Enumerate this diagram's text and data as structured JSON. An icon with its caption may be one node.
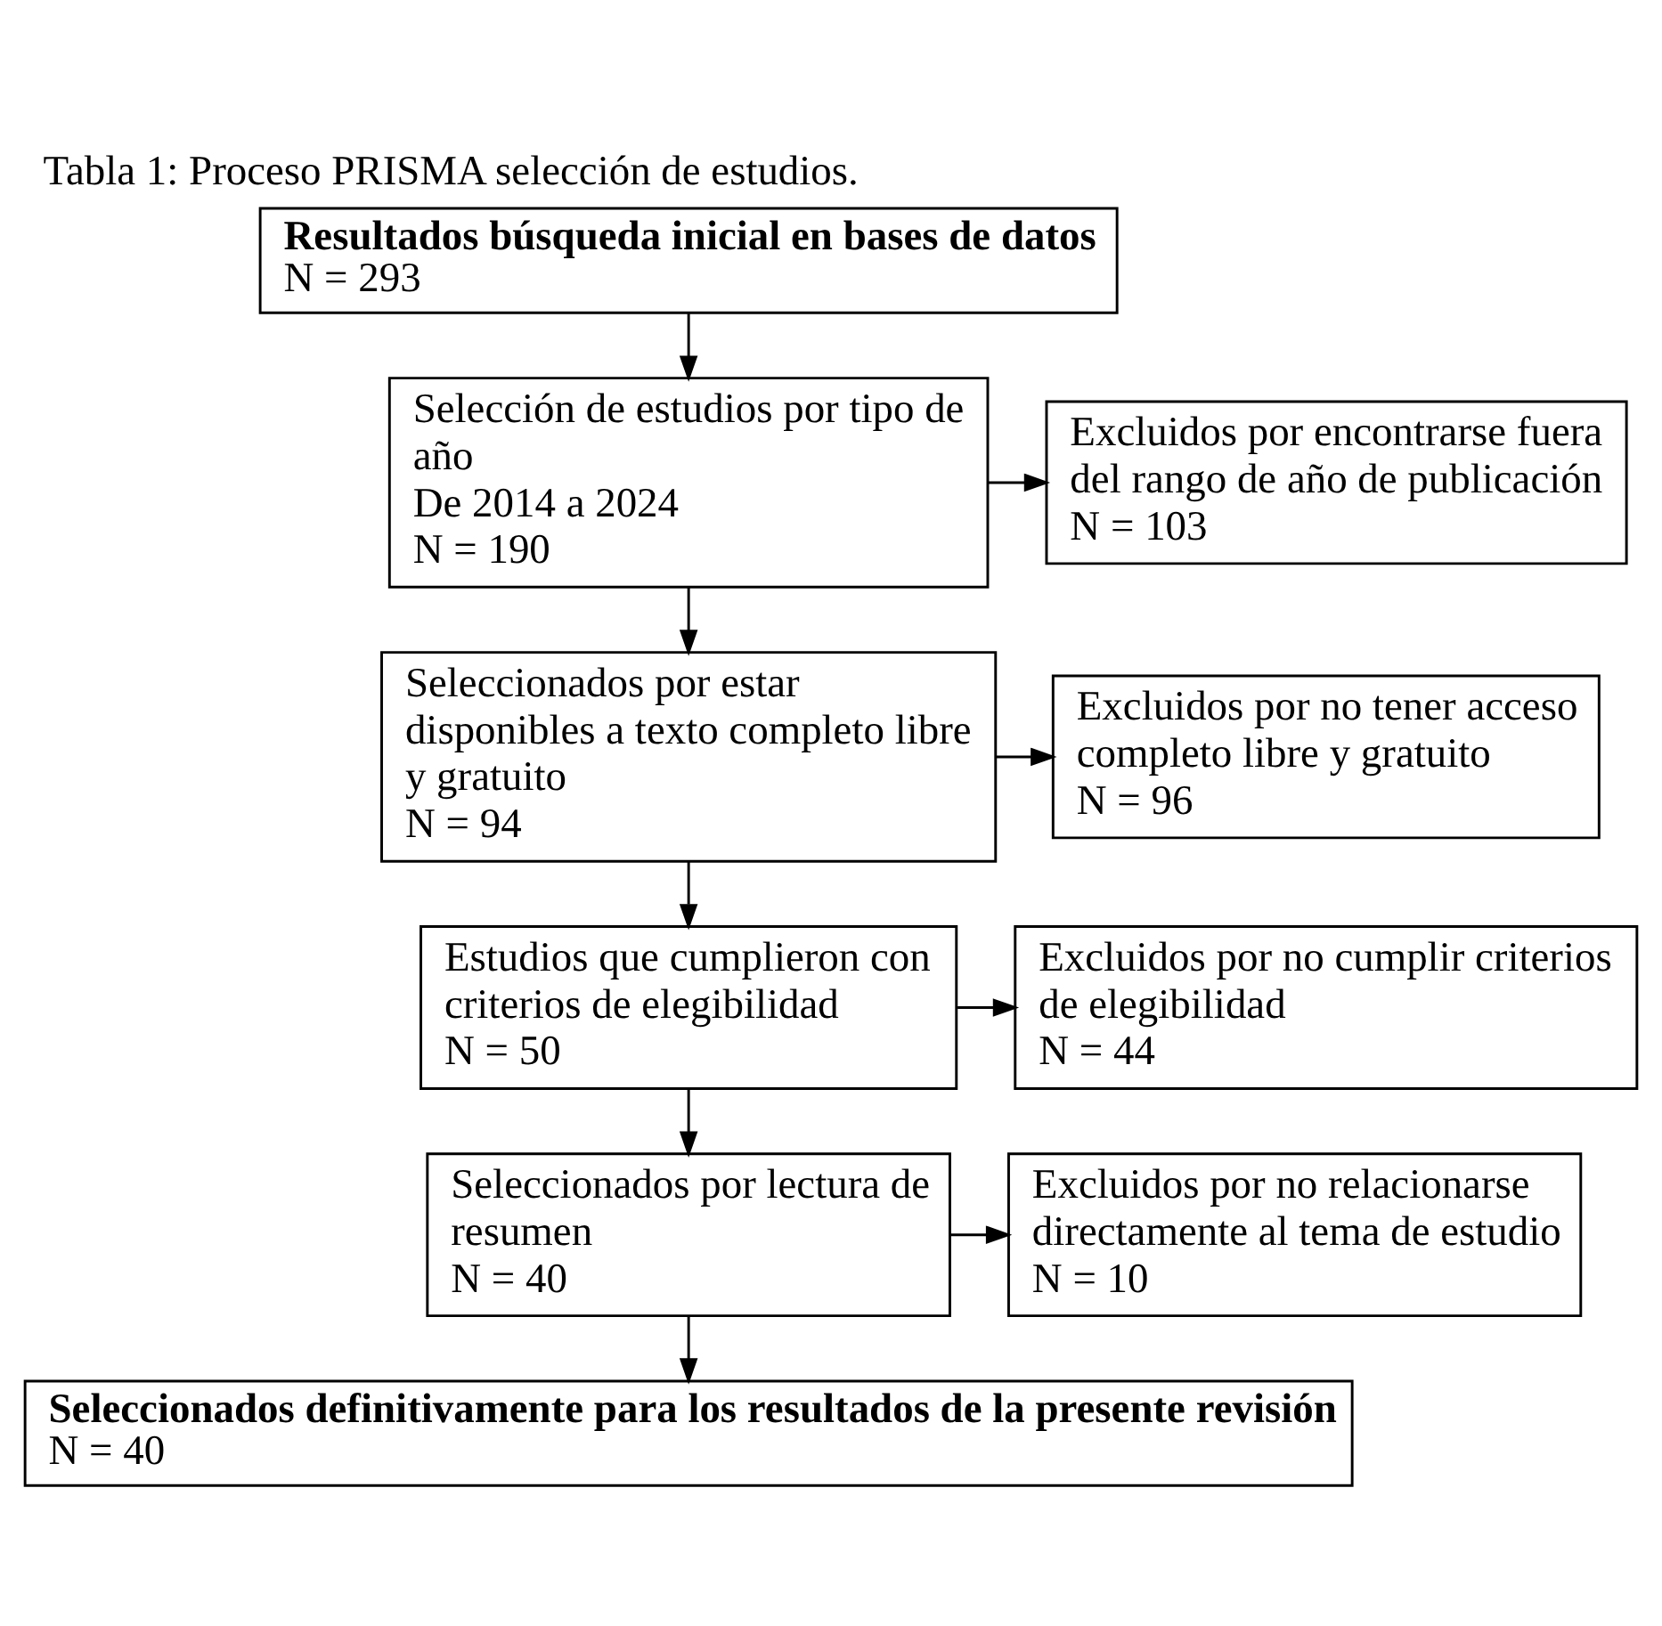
{
  "diagram": {
    "title": "Tabla 1: Proceso PRISMA selección de estudios.",
    "nodes": [
      {
        "text": [
          "Resultados búsqueda inicial en bases de datos",
          "N = 293"
        ]
      },
      {
        "text": [
          "Selección de estudios por tipo de año",
          "De 2014 a 2024",
          "N = 190"
        ]
      },
      {
        "text": [
          "Excluidos por encontrarse fuera del rango de año de publicación",
          "N = 103"
        ]
      },
      {
        "text": [
          "Seleccionados por estar disponibles a texto completo libre y gratuito",
          "N = 94"
        ]
      },
      {
        "text": [
          "Excluidos por no tener acceso completo libre y gratuito",
          "N = 96"
        ]
      },
      {
        "text": [
          "Estudios que cumplieron con criterios de elegibilidad",
          "N = 50"
        ]
      },
      {
        "text": [
          "Excluidos por no cumplir criterios de elegibilidad",
          "N = 44"
        ]
      },
      {
        "text": [
          "Seleccionados por lectura de resumen",
          "N = 40"
        ]
      },
      {
        "text": [
          "Excluidos por no relacionarse directamente al tema de estudio",
          "N = 10"
        ]
      },
      {
        "text": [
          "Seleccionados definitivamente para los resultados de la presente revisión",
          "N = 40"
        ]
      }
    ],
    "edges": [
      {
        "from": 0,
        "to": 1,
        "arrow": "to"
      },
      {
        "from": 1,
        "to": 2,
        "arrow": "to"
      },
      {
        "from": 1,
        "to": 3,
        "arrow": "to"
      },
      {
        "from": 3,
        "to": 4,
        "arrow": "to"
      },
      {
        "from": 3,
        "to": 5,
        "arrow": "to"
      },
      {
        "from": 5,
        "to": 6,
        "arrow": "to"
      },
      {
        "from": 5,
        "to": 7,
        "arrow": "to"
      },
      {
        "from": 7,
        "to": 8,
        "arrow": "to"
      },
      {
        "from": 7,
        "to": 9,
        "arrow": "to"
      }
    ]
  }
}
